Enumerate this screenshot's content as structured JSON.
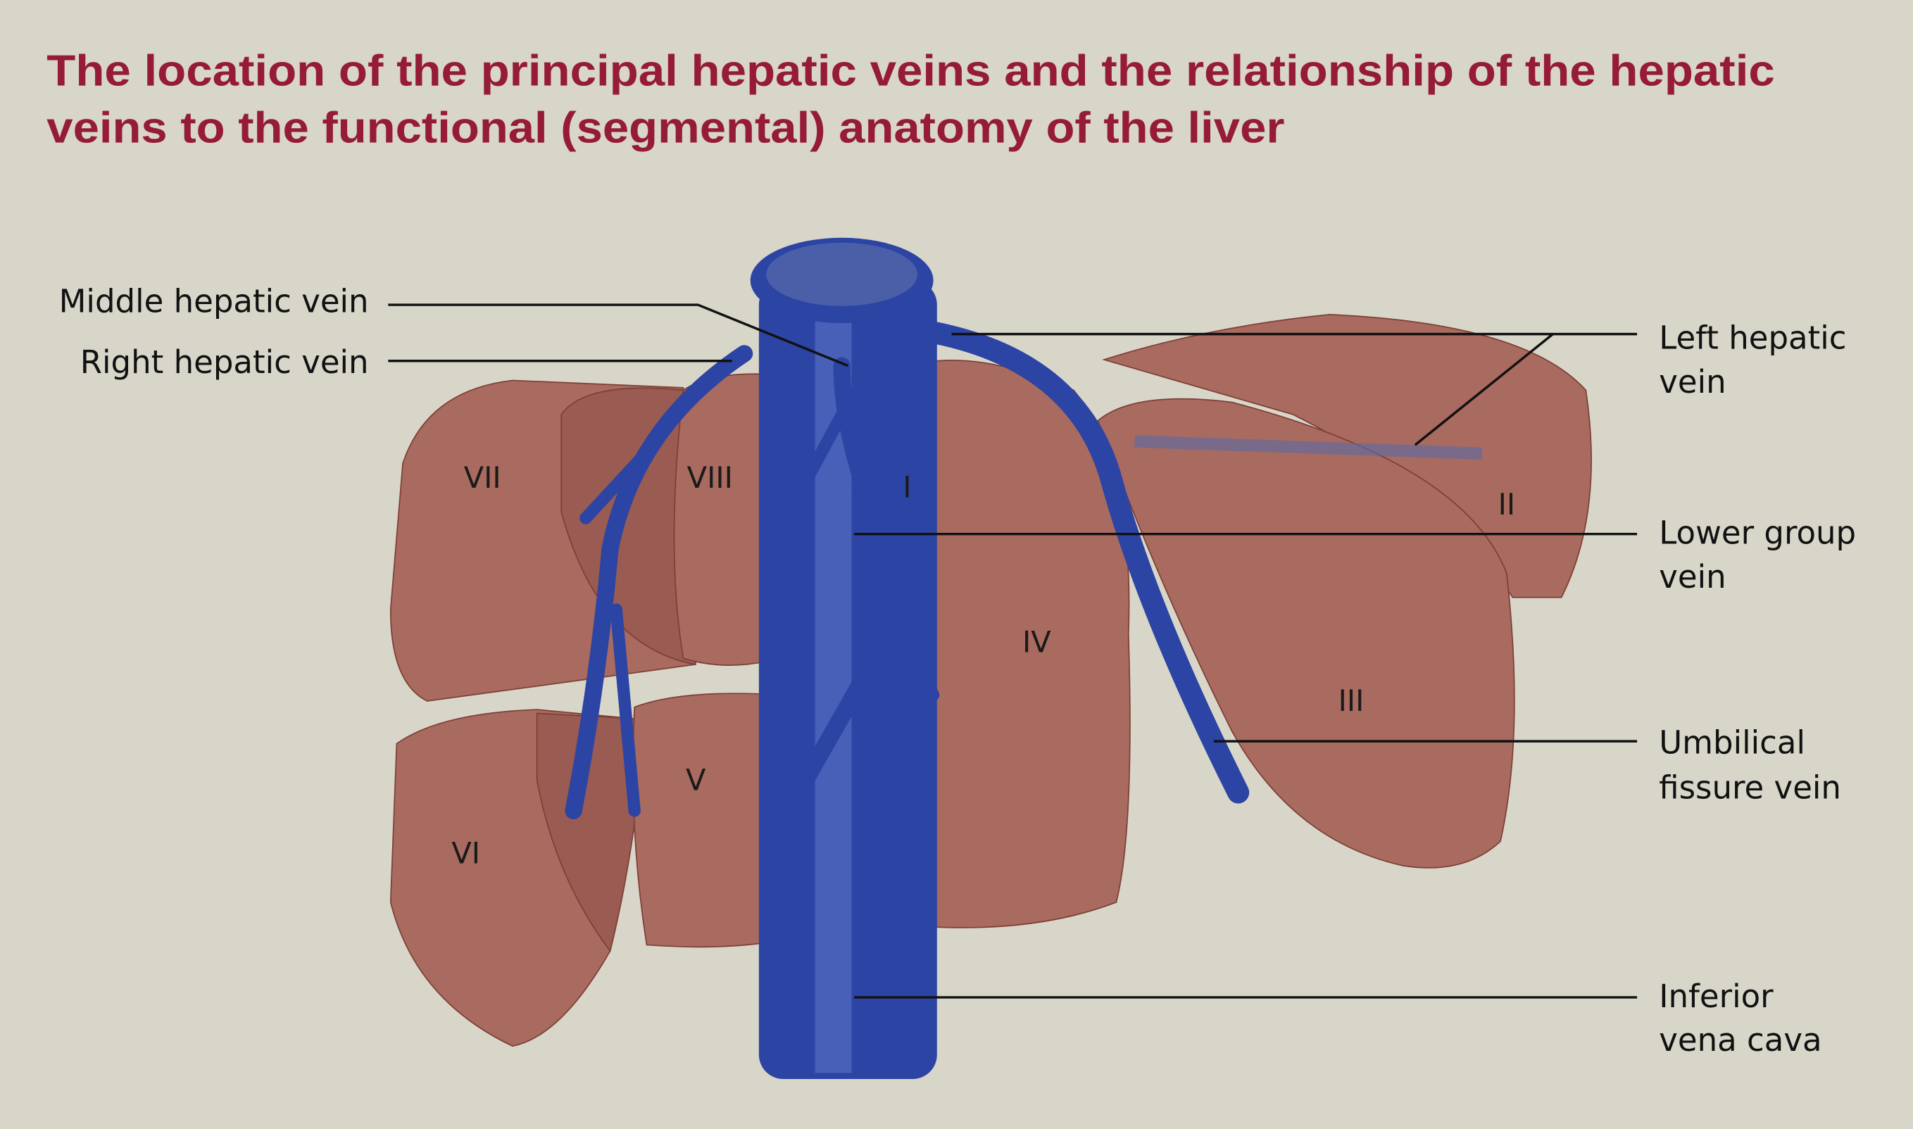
{
  "title": {
    "line1": "The location of the principal hepatic veins and the relationship of the hepatic",
    "line2": "veins to the functional (segmental) anatomy of the liver"
  },
  "labels": {
    "middle_hepatic_vein": "Middle hepatic vein",
    "right_hepatic_vein": "Right hepatic vein",
    "left_hepatic_vein": [
      "Left hepatic",
      "vein"
    ],
    "lower_group_vein": [
      "Lower group",
      "vein"
    ],
    "umbilical_fissure_vein": [
      "Umbilical",
      "fissure vein"
    ],
    "inferior_vena_cava": [
      "Inferior",
      "vena cava"
    ]
  },
  "segments": [
    "I",
    "II",
    "III",
    "IV",
    "V",
    "VI",
    "VII",
    "VIII"
  ],
  "colors": {
    "background": "#d8d5c9",
    "title": "#951b36",
    "liver": "#a96a5f",
    "vein": "#2c44a3"
  }
}
